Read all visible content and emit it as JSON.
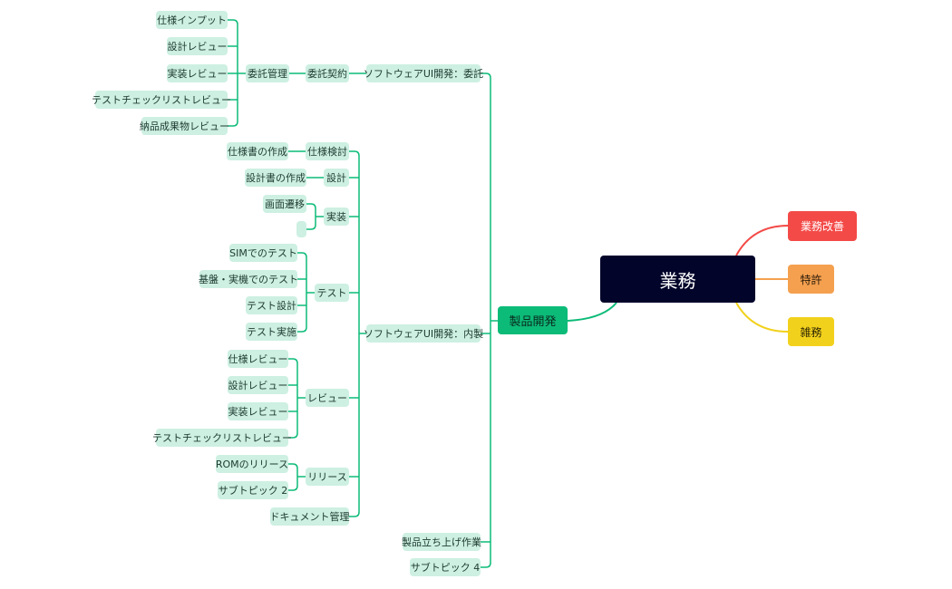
{
  "colors": {
    "link_green": "#0cbb78",
    "link_red": "#f34a47",
    "link_orange": "#f4a04f",
    "link_yellow": "#f2d11c",
    "root_bg": "#02042a",
    "topic_bg": "#cdf0e2"
  },
  "mindmap": {
    "root": "業務",
    "right_branches": {
      "improvement": "業務改善",
      "patent": "特許",
      "misc": "雑務"
    },
    "product": {
      "label": "製品開発",
      "outsourced": {
        "label": "ソフトウェアUI開発：委託",
        "contract": "委託契約",
        "management": "委託管理",
        "items": [
          "仕様インプット",
          "設計レビュー",
          "実装レビュー",
          "テストチェックリストレビュー",
          "納品成果物レビュー"
        ]
      },
      "inhouse": {
        "label": "ソフトウェアUI開発：内製",
        "spec_study": "仕様検討",
        "spec_doc": "仕様書の作成",
        "design": "設計",
        "design_doc": "設計書の作成",
        "impl": "実装",
        "impl_screen": "画面遷移",
        "impl_blank": "",
        "test": "テスト",
        "test_items": [
          "SIMでのテスト",
          "基盤・実機でのテスト",
          "テスト設計",
          "テスト実施"
        ],
        "review": "レビュー",
        "review_items": [
          "仕様レビュー",
          "設計レビュー",
          "実装レビュー",
          "テストチェックリストレビュー"
        ],
        "release": "リリース",
        "release_items": [
          "ROMのリリース",
          "サブトピック 2"
        ],
        "doc_mgmt": "ドキュメント管理"
      },
      "launch": "製品立ち上げ作業",
      "subtopic4": "サブトピック 4"
    }
  }
}
